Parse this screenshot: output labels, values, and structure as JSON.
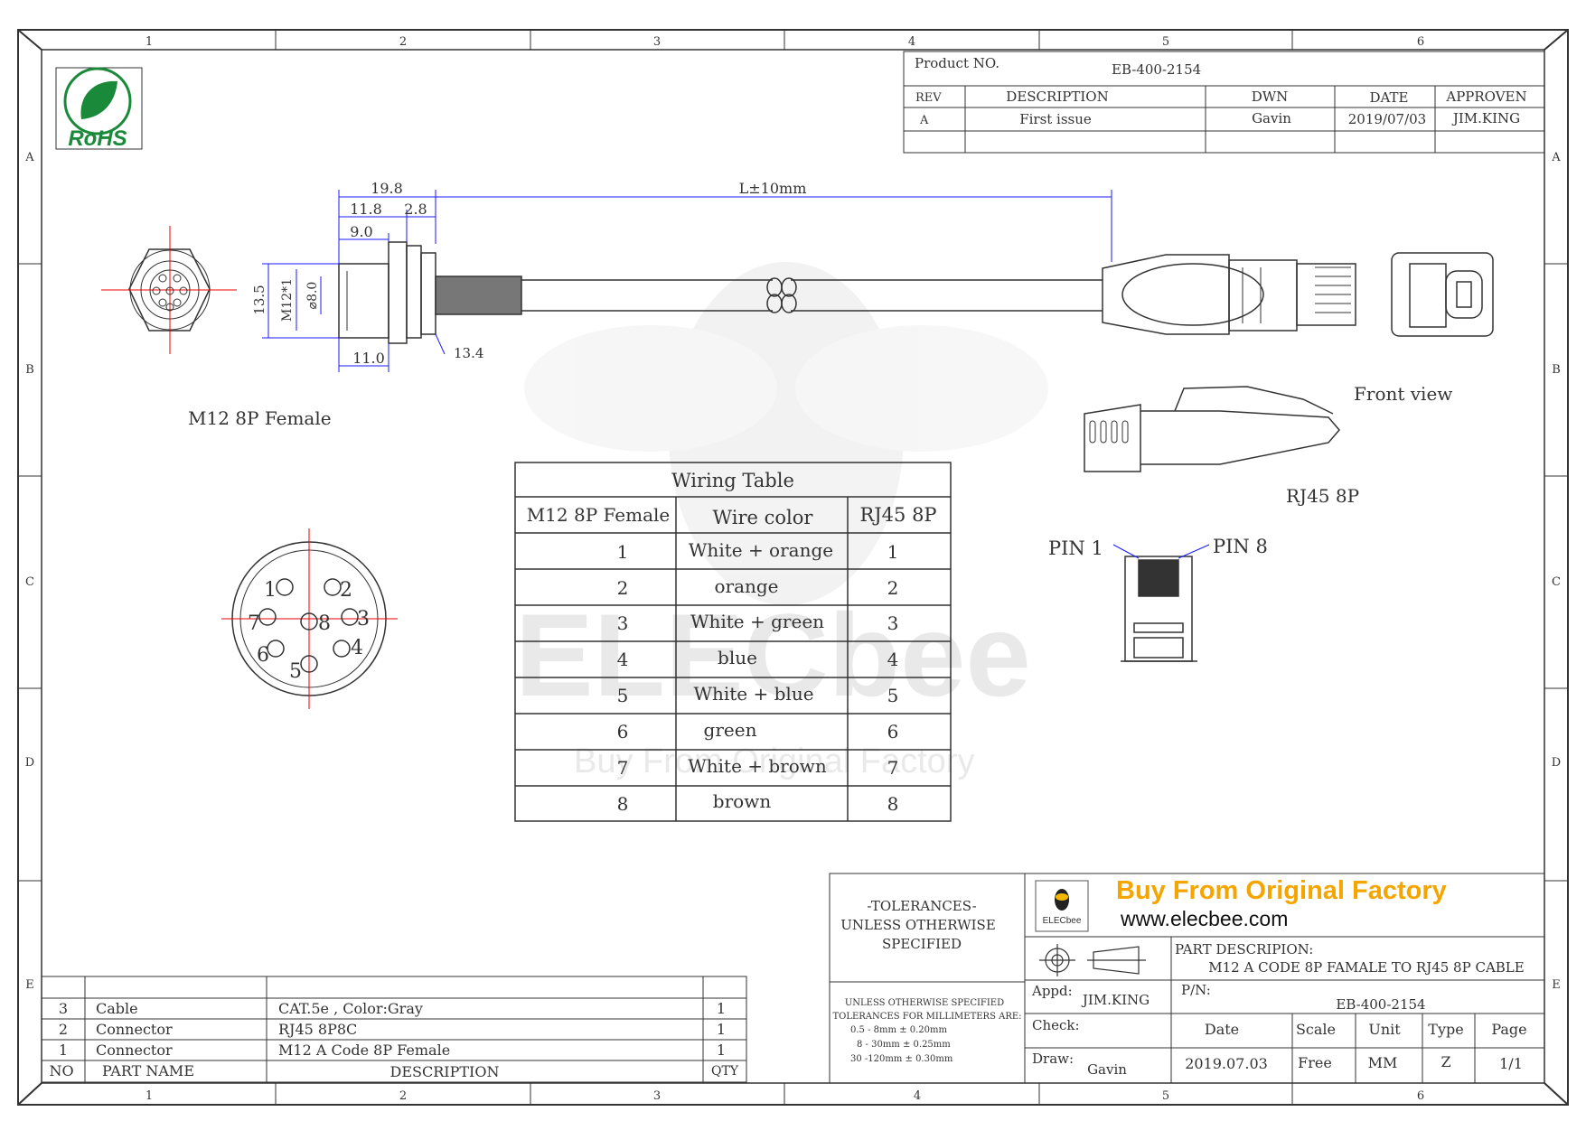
{
  "frame": {
    "col_labels": [
      "1",
      "2",
      "3",
      "4",
      "5",
      "6"
    ],
    "row_labels": [
      "A",
      "B",
      "C",
      "D",
      "E"
    ]
  },
  "rohs": {
    "label": "RoHS"
  },
  "title_block": {
    "product_no_label": "Product NO.",
    "product_no": "EB-400-2154",
    "headers": [
      "REV",
      "DESCRIPTION",
      "DWN",
      "DATE",
      "APPROVEN"
    ],
    "row": [
      "A",
      "First issue",
      "Gavin",
      "2019/07/03",
      "JIM.KING"
    ]
  },
  "drawing": {
    "dims": {
      "d19_8": "19.8",
      "d11_8": "11.8",
      "d2_8": "2.8",
      "d9_0": "9.0",
      "d13_5": "13.5",
      "m12": "M12*1",
      "d8_0": "⌀8.0",
      "d11_0": "11.0",
      "d13_4": "13.4",
      "length": "L±10mm"
    },
    "m12_label": "M12 8P Female",
    "rj45_label": "RJ45 8P",
    "front_view": "Front view",
    "pin1": "PIN 1",
    "pin8": "PIN 8",
    "m12_pins": [
      "1",
      "2",
      "3",
      "4",
      "5",
      "6",
      "7",
      "8"
    ]
  },
  "wiring_table": {
    "title": "Wiring Table",
    "headers": [
      "M12 8P Female",
      "Wire color",
      "RJ45 8P"
    ],
    "rows": [
      [
        "1",
        "White + orange",
        "1"
      ],
      [
        "2",
        "orange",
        "2"
      ],
      [
        "3",
        "White + green",
        "3"
      ],
      [
        "4",
        "blue",
        "4"
      ],
      [
        "5",
        "White + blue",
        "5"
      ],
      [
        "6",
        "green",
        "6"
      ],
      [
        "7",
        "White + brown",
        "7"
      ],
      [
        "8",
        "brown",
        "8"
      ]
    ]
  },
  "watermark": {
    "brand": "ELECbee",
    "tagline": "Buy From Original Factory"
  },
  "bom": {
    "rows": [
      [
        "3",
        "Cable",
        "CAT.5e , Color:Gray",
        "1"
      ],
      [
        "2",
        "Connector",
        "RJ45 8P8C",
        "1"
      ],
      [
        "1",
        "Connector",
        "M12 A Code 8P Female",
        "1"
      ]
    ],
    "headers": [
      "NO",
      "PART NAME",
      "DESCRIPTION",
      "QTY"
    ]
  },
  "tolerances": {
    "title": "-TOLERANCES-",
    "line2": "UNLESS OTHERWISE",
    "line3": "SPECIFIED",
    "small1": "UNLESS OTHERWISE SPECIFIED",
    "small2": "TOLERANCES FOR MILLIMETERS ARE:",
    "small3": "0.5 - 8mm ± 0.20mm",
    "small4": "8 - 30mm ± 0.25mm",
    "small5": "30 -120mm ± 0.30mm"
  },
  "company": {
    "slogan": "Buy From Original Factory",
    "website": "www.elecbee.com",
    "logo_text": "ELECbee",
    "slogan_color": "#f5a500"
  },
  "part_block": {
    "part_desc_label": "PART DESCRIPION:",
    "part_desc": "M12 A CODE 8P FAMALE TO RJ45 8P CABLE",
    "appd_label": "Appd:",
    "appd": "JIM.KING",
    "pn_label": "P/N:",
    "pn": "EB-400-2154",
    "check_label": "Check:",
    "draw_label": "Draw:",
    "draw": "Gavin",
    "info_headers": [
      "Date",
      "Scale",
      "Unit",
      "Type",
      "Page"
    ],
    "info_values": [
      "2019.07.03",
      "Free",
      "MM",
      "Z",
      "1/1"
    ]
  }
}
